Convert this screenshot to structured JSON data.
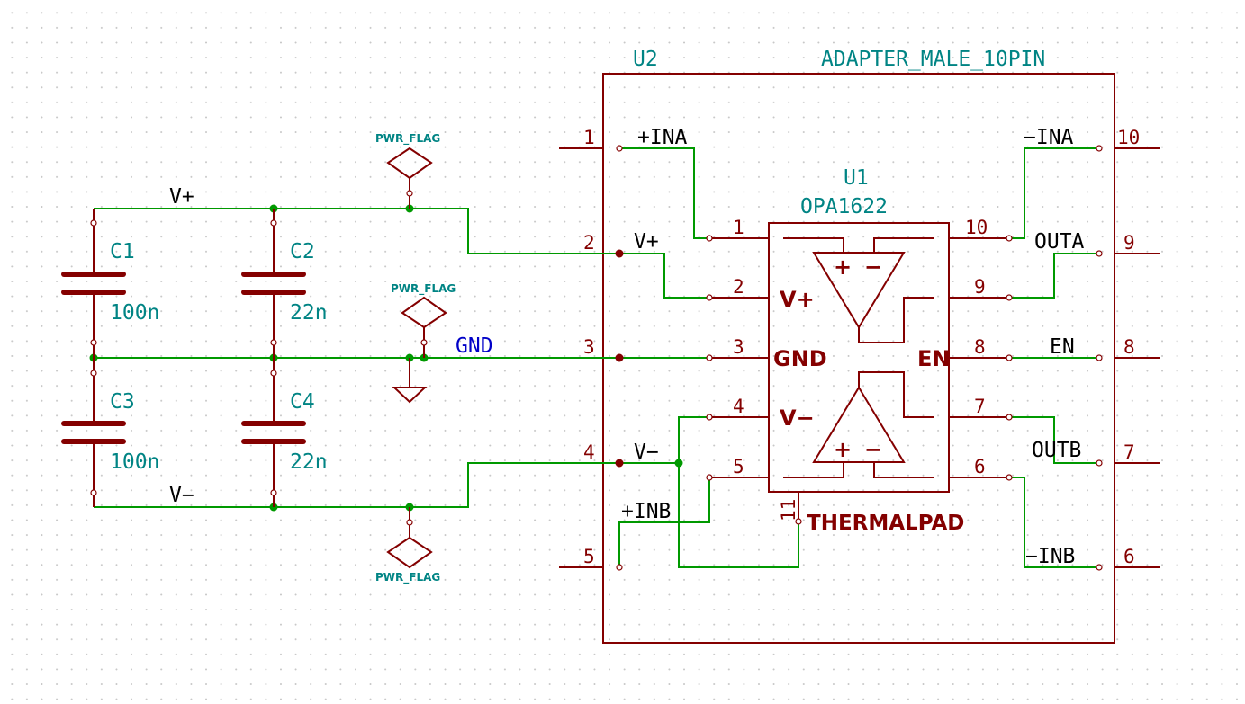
{
  "u2": {
    "ref": "U2",
    "value": "ADAPTER_MALE_10PIN"
  },
  "u1": {
    "ref": "U1",
    "value": "OPA1622"
  },
  "u2_pins_left": [
    "1",
    "2",
    "3",
    "4",
    "5"
  ],
  "u2_pins_right": [
    "10",
    "9",
    "8",
    "7",
    "6"
  ],
  "u1_pins_left": [
    "1",
    "2",
    "3",
    "4",
    "5"
  ],
  "u1_pins_right": [
    "10",
    "9",
    "8",
    "7",
    "6"
  ],
  "u1_pin_bottom": "11",
  "u1_inner": {
    "vplus": "V+",
    "gnd": "GND",
    "vminus": "V−",
    "en": "EN",
    "thermalpad": "THERMALPAD",
    "plus": "+",
    "minus": "−"
  },
  "nets": {
    "inpa": "+INA",
    "vplus_right": "V+",
    "vminus_right": "V−",
    "inpb": "+INB",
    "inma": "−INA",
    "outa": "OUTA",
    "en": "EN",
    "outb": "OUTB",
    "inmb": "−INB",
    "vplus_left": "V+",
    "vminus_left": "V−",
    "gnd": "GND"
  },
  "caps": [
    {
      "ref": "C1",
      "value": "100n"
    },
    {
      "ref": "C2",
      "value": "22n"
    },
    {
      "ref": "C3",
      "value": "100n"
    },
    {
      "ref": "C4",
      "value": "22n"
    }
  ],
  "pwr_flags": [
    "PWR_FLAG",
    "PWR_FLAG",
    "PWR_FLAG"
  ],
  "colors": {
    "wire": "#009900",
    "symbol": "#840000",
    "reference": "#008484",
    "ground_label": "#0000c8"
  }
}
